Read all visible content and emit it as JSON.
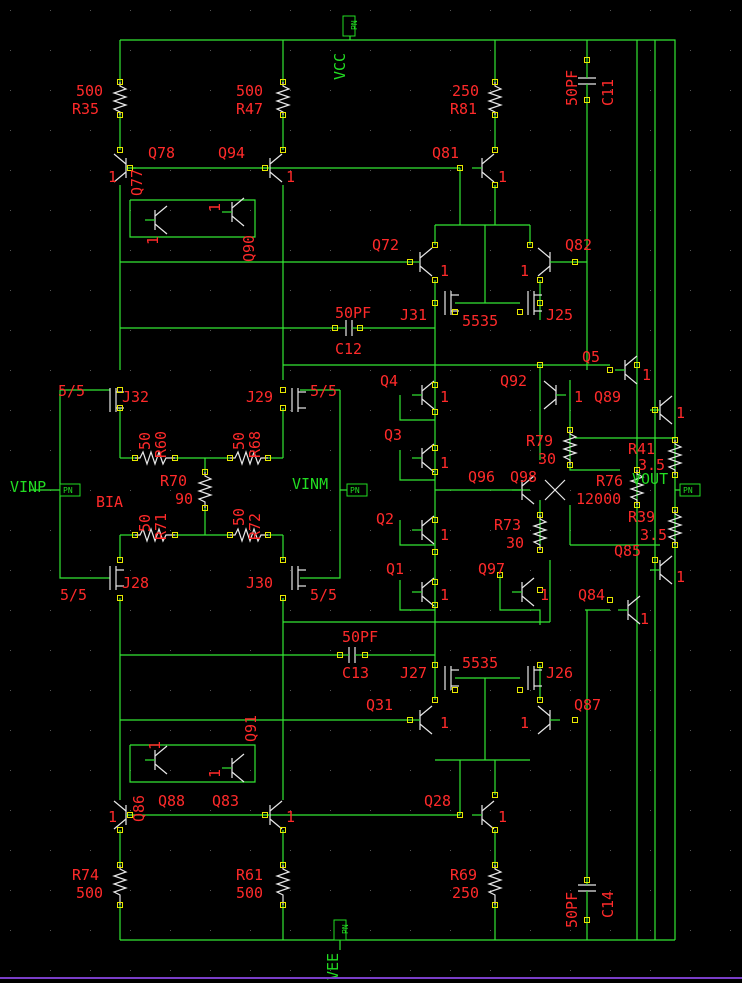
{
  "ports": {
    "vcc": "VCC",
    "vee": "VEE",
    "vinp": "VINP",
    "vinm": "VINM",
    "vout": "VOUT",
    "bia": "BIA",
    "pin_tag": "PN"
  },
  "labels": {
    "r35": "R35",
    "r35v": "500",
    "r47": "R47",
    "r47v": "500",
    "r81": "R81",
    "r81v": "250",
    "c11": "C11",
    "c11v": "50PF",
    "q78": "Q78",
    "q94": "Q94",
    "q81": "Q81",
    "q77": "Q77",
    "q90": "Q90",
    "q72": "Q72",
    "q82": "Q82",
    "j31": "J31",
    "j25": "J25",
    "j31v": "5535",
    "c12": "C12",
    "c12v": "50PF",
    "q5": "Q5",
    "q89": "Q89",
    "q4": "Q4",
    "q92": "Q92",
    "j32": "J32",
    "j32v": "5/5",
    "j29": "J29",
    "j29v": "5/5",
    "r60": "R60",
    "r60v": "50",
    "r68": "R68",
    "r68v": "50",
    "q3": "Q3",
    "r79": "R79",
    "r79v": "30",
    "r41": "R41",
    "r41v": "3.5",
    "r70": "R70",
    "r70v": "90",
    "q96": "Q96",
    "q98": "Q98",
    "r76": "R76",
    "r76v": "12000",
    "r71": "R71",
    "r71v": "50",
    "r72": "R72",
    "r72v": "50",
    "q2": "Q2",
    "r73": "R73",
    "r73v": "30",
    "r39": "R39",
    "r39v": "3.5",
    "q85": "Q85",
    "j28": "J28",
    "j28v": "5/5",
    "j30": "J30",
    "j30v": "5/5",
    "q1": "Q1",
    "q97": "Q97",
    "q84": "Q84",
    "c13": "C13",
    "c13v": "50PF",
    "j27": "J27",
    "j26": "J26",
    "j27v": "5535",
    "q31": "Q31",
    "q87": "Q87",
    "q91": "Q91",
    "q88": "Q88",
    "q83": "Q83",
    "q86": "Q86",
    "q28": "Q28",
    "r74": "R74",
    "r74v": "500",
    "r61": "R61",
    "r61v": "500",
    "r69": "R69",
    "r69v": "250",
    "c14": "C14",
    "c14v": "50PF",
    "one": "1"
  },
  "colors": {
    "wire": "#33e633",
    "device": "#e8e8e8",
    "label": "#ff2a2a",
    "pad": "#e8e800",
    "background": "#000000"
  }
}
